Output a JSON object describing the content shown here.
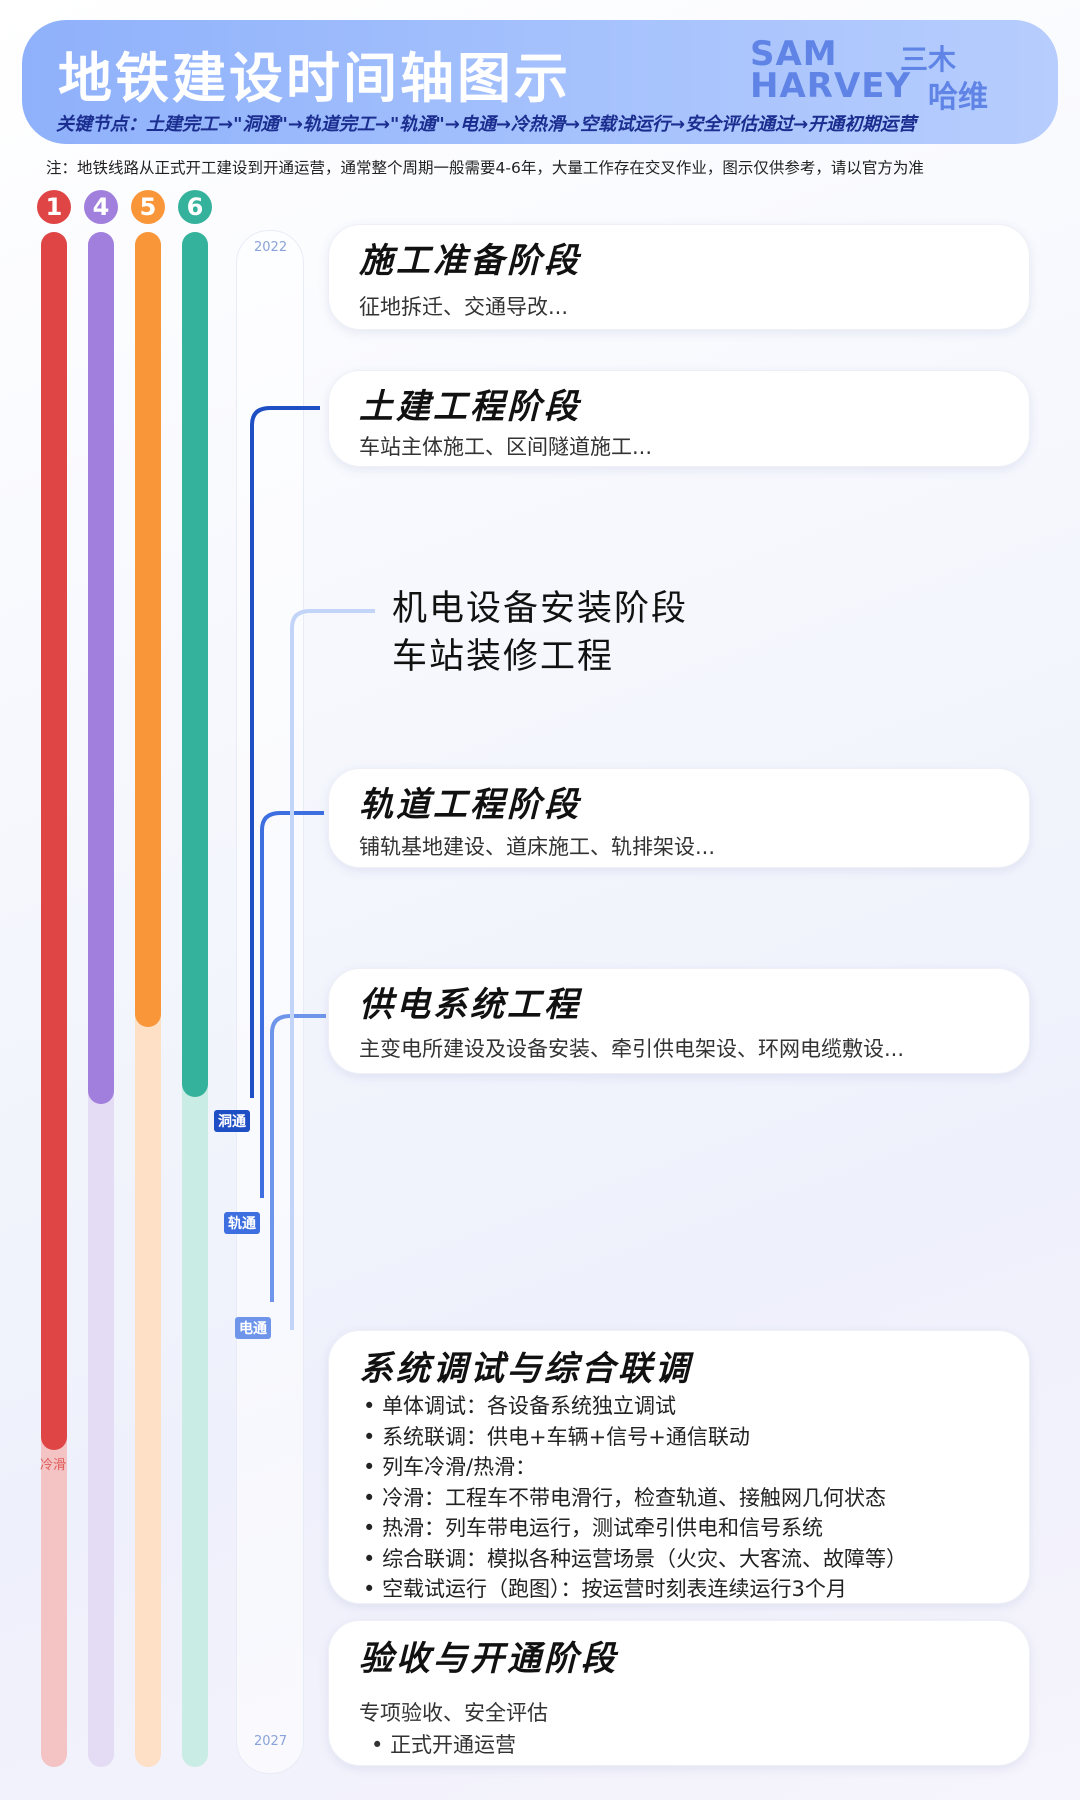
{
  "header": {
    "title": "地铁建设时间轴图示",
    "key_nodes": "关键节点：土建完工→\"洞通\"→轨道完工→\"轨通\"→电通→冷热滑→空载试运行→安全评估通过→开通初期运营",
    "logo_en_line1": "SAM",
    "logo_en_line2": "HARVEY",
    "logo_cn1": "三木",
    "logo_cn2": "哈维"
  },
  "note": "注：地铁线路从正式开工建设到开通运营，通常整个周期一般需要4-6年，大量工作存在交叉作业，图示仅供参考，请以官方为准",
  "lines": [
    {
      "number": "1",
      "color": "#e04545"
    },
    {
      "number": "4",
      "color": "#a07fdd"
    },
    {
      "number": "5",
      "color": "#fa963a"
    },
    {
      "number": "6",
      "color": "#35b29c"
    }
  ],
  "timeline": {
    "start_year": "2022",
    "end_year": "2027",
    "milestones": {
      "tunnel": "洞通",
      "track": "轨通",
      "power": "电通",
      "cold_slide": "冷滑"
    },
    "colors": {
      "milestone_dark": "#1f4fc4",
      "milestone_mid": "#3d6fe0",
      "milestone_light": "#a9c3f6"
    }
  },
  "stages": {
    "prep": {
      "title": "施工准备阶段",
      "desc": "征地拆迁、交通导改..."
    },
    "civil": {
      "title": "土建工程阶段",
      "desc": "车站主体施工、区间隧道施工..."
    },
    "mep": {
      "line1": "机电设备安装阶段",
      "line2": "车站装修工程"
    },
    "track": {
      "title": "轨道工程阶段",
      "desc": "铺轨基地建设、道床施工、轨排架设..."
    },
    "power": {
      "title": "供电系统工程",
      "desc": "主变电所建设及设备安装、牵引供电架设、环网电缆敷设..."
    },
    "testing": {
      "title": "系统调试与综合联调",
      "items": [
        "单体调试：各设备系统独立调试",
        "系统联调：供电+车辆+信号+通信联动",
        "列车冷滑/热滑：",
        "冷滑：工程车不带电滑行，检查轨道、接触网几何状态",
        "热滑：列车带电运行，测试牵引供电和信号系统",
        "综合联调：模拟各种运营场景（火灾、大客流、故障等）",
        "空载试运行（跑图）：按运营时刻表连续运行3个月"
      ]
    },
    "acceptance": {
      "title": "验收与开通阶段",
      "desc": "专项验收、安全评估",
      "bullet": "正式开通运营"
    }
  }
}
